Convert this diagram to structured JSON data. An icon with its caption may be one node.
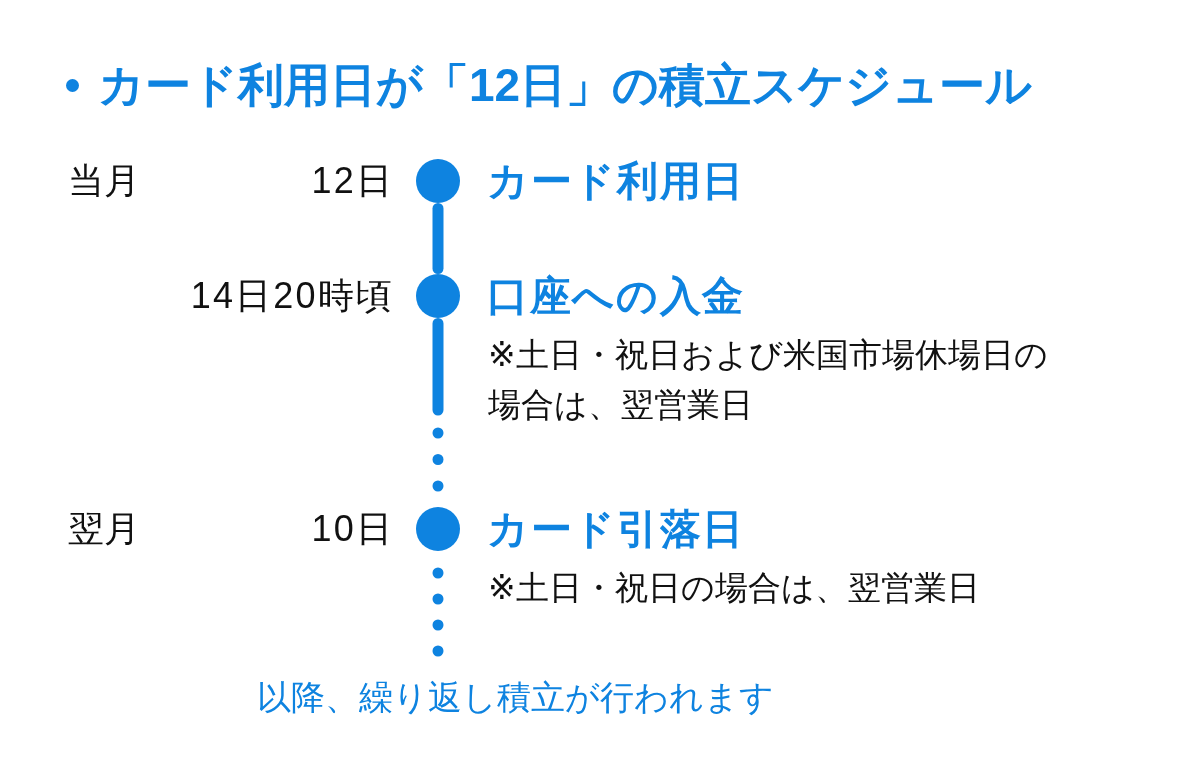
{
  "diagram": {
    "title": "カード利用日が「12日」の積立スケジュール",
    "nodes": [
      {
        "text": [],
        "shape": "circle",
        "beside": [
          "12日",
          "カード利用日"
        ]
      },
      {
        "text": [],
        "shape": "circle",
        "beside": [
          "14日20時頃",
          "口座への入金",
          "※土日・祝日および米国市場休場日の場合は、翌営業日"
        ]
      },
      {
        "text": [],
        "shape": "circle",
        "beside": [
          "10日",
          "カード引落日",
          "※土日・祝日の場合は、翌営業日"
        ]
      }
    ],
    "edges": [
      {
        "from": 0,
        "to": 1,
        "arrow": "none"
      },
      {
        "from": 1,
        "to": 2,
        "arrow": "none",
        "style": "dashed"
      },
      {
        "from": 2,
        "to": null,
        "arrow": "none",
        "style": "dashed"
      }
    ],
    "labels": [
      "当月",
      "翌月",
      "以降、繰り返し積立が行われます"
    ]
  }
}
